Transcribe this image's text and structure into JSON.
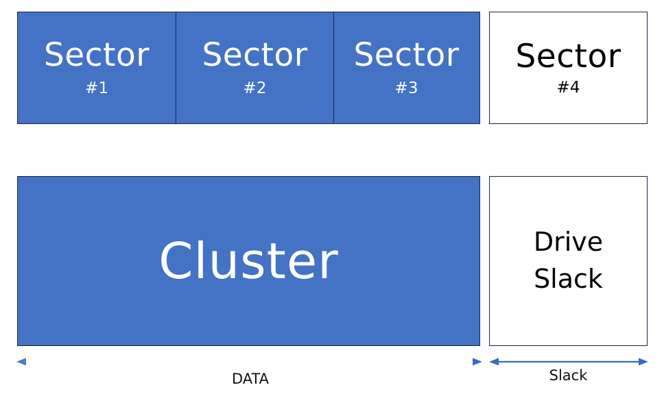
{
  "diagram": {
    "title": "Disk sector / cluster layout diagram",
    "colors": {
      "fill_blue": "#4472C4",
      "border_navy": "#13254C",
      "arrow_blue": "#3A6BBF",
      "arrow_blue_light": "#9DB8E3",
      "text_on_fill": "#FFFFFF",
      "text_on_white": "#000000"
    },
    "sector_row": {
      "sectors": [
        {
          "title": "Sector",
          "number": "#1",
          "style": "filled"
        },
        {
          "title": "Sector",
          "number": "#2",
          "style": "filled"
        },
        {
          "title": "Sector",
          "number": "#3",
          "style": "filled"
        },
        {
          "title": "Sector",
          "number": "#4",
          "style": "outlined"
        }
      ]
    },
    "cluster_row": {
      "cluster_label": "Cluster",
      "slack_label_line1": "Drive",
      "slack_label_line2": "Slack"
    },
    "measures": [
      {
        "id": "data",
        "label": "DATA",
        "arrow": "double-headed"
      },
      {
        "id": "slack",
        "label": "Slack",
        "arrow": "double-headed"
      }
    ]
  }
}
